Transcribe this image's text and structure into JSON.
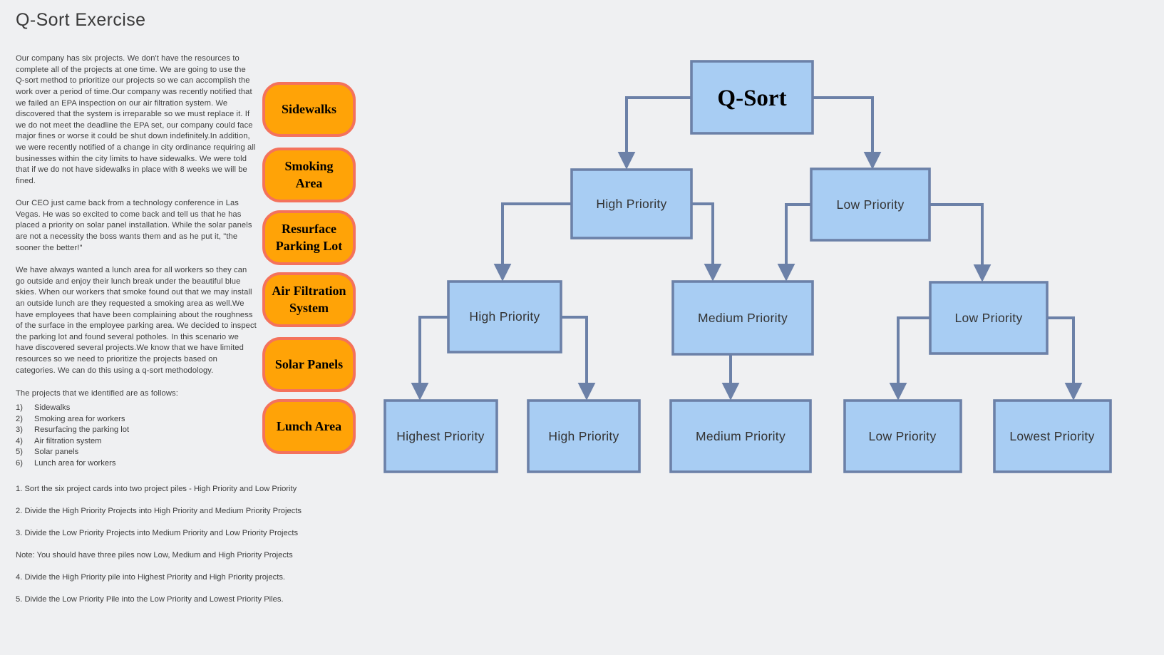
{
  "header": {
    "title": "Q-Sort Exercise"
  },
  "story": {
    "paragraphs": [
      "Our company has six projects.  We don't have the resources to complete all of the projects at one time.  We are going to use the Q-sort method to prioritize our projects so we can accomplish the work over a period of time.Our company was recently notified that we failed an EPA inspection on our air filtration system.  We discovered that the system is irreparable so we must replace it. If we do not meet the deadline the EPA set, our company could face major fines or worse it could be shut down indefinitely.In addition, we were recently notified of a change in city ordinance requiring all businesses within the city limits to have sidewalks. We were told that if we do not have sidewalks in place with 8 weeks we will be fined.",
      "Our CEO just came back from a technology conference in Las Vegas. He was so excited to come back and tell us that he has placed a priority on solar panel installation.  While the solar panels are not a necessity the boss wants them and as he put it, \"the sooner the better!\"",
      "We have always wanted a lunch area for all workers so they can go outside and enjoy their lunch break under the beautiful blue skies.  When our workers that smoke found out that we may install an outside lunch are they requested a smoking area as well.We have employees that have been complaining about the roughness of the surface in the employee parking area.  We decided to inspect the parking lot and found several potholes.  In this scenario we have discovered several projects.We know that we have limited resources so we need to prioritize the projects based on categories.  We can do this using a q-sort methodology."
    ],
    "projects_intro": "The projects that we identified are as follows:",
    "project_list": [
      {
        "num": "1)",
        "label": "Sidewalks"
      },
      {
        "num": "2)",
        "label": "Smoking area for workers"
      },
      {
        "num": "3)",
        "label": "Resurfacing the parking lot"
      },
      {
        "num": "4)",
        "label": "Air filtration system"
      },
      {
        "num": "5)",
        "label": "Solar panels"
      },
      {
        "num": "6)",
        "label": "Lunch area for workers"
      }
    ],
    "instructions": [
      "1. Sort the six project cards into two project piles - High Priority and Low Priority",
      "2. Divide the High Priority Projects into High Priority and Medium Priority Projects",
      "3. Divide the Low Priority Projects into Medium Priority and Low Priority Projects",
      "Note: You should have three piles now Low, Medium and High Priority Projects",
      "4. Divide the High Priority pile into Highest Priority and High Priority projects.",
      "5. Divide the Low Priority Pile into the Low Priority and Lowest Priority Piles."
    ]
  },
  "cards": [
    {
      "label": "Sidewalks"
    },
    {
      "label": "Smoking Area"
    },
    {
      "label": "Resurface Parking Lot"
    },
    {
      "label": "Air Filtration System"
    },
    {
      "label": "Solar Panels"
    },
    {
      "label": "Lunch Area"
    }
  ],
  "diagram": {
    "nodes": [
      {
        "id": "qsort",
        "level": 1,
        "label": "Q-Sort"
      },
      {
        "id": "l2-high",
        "level": 2,
        "label": "High Priority"
      },
      {
        "id": "l2-low",
        "level": 2,
        "label": "Low Priority"
      },
      {
        "id": "l3-high",
        "level": 3,
        "label": "High Priority"
      },
      {
        "id": "l3-medium",
        "level": 3,
        "label": "Medium Priority"
      },
      {
        "id": "l3-low",
        "level": 3,
        "label": "Low Priority"
      },
      {
        "id": "l4-highest",
        "level": 4,
        "label": "Highest Priority"
      },
      {
        "id": "l4-high",
        "level": 4,
        "label": "High Priority"
      },
      {
        "id": "l4-medium",
        "level": 4,
        "label": "Medium Priority"
      },
      {
        "id": "l4-low",
        "level": 4,
        "label": "Low Priority"
      },
      {
        "id": "l4-lowest",
        "level": 4,
        "label": "Lowest Priority"
      }
    ],
    "edges": [
      {
        "from": "qsort",
        "to": "l2-high"
      },
      {
        "from": "qsort",
        "to": "l2-low"
      },
      {
        "from": "l2-high",
        "to": "l3-high"
      },
      {
        "from": "l2-high",
        "to": "l3-medium"
      },
      {
        "from": "l2-low",
        "to": "l3-medium"
      },
      {
        "from": "l2-low",
        "to": "l3-low"
      },
      {
        "from": "l3-high",
        "to": "l4-highest"
      },
      {
        "from": "l3-high",
        "to": "l4-high"
      },
      {
        "from": "l3-medium",
        "to": "l4-medium"
      },
      {
        "from": "l3-low",
        "to": "l4-low"
      },
      {
        "from": "l3-low",
        "to": "l4-lowest"
      }
    ]
  },
  "colors": {
    "background": "#EFF0F2",
    "node_fill": "#A8CDF3",
    "node_border": "#6C81A8",
    "connector": "#6C81A8",
    "card_fill": "#FFA307",
    "card_border": "#F4725C",
    "text": "#3E3E3E"
  }
}
